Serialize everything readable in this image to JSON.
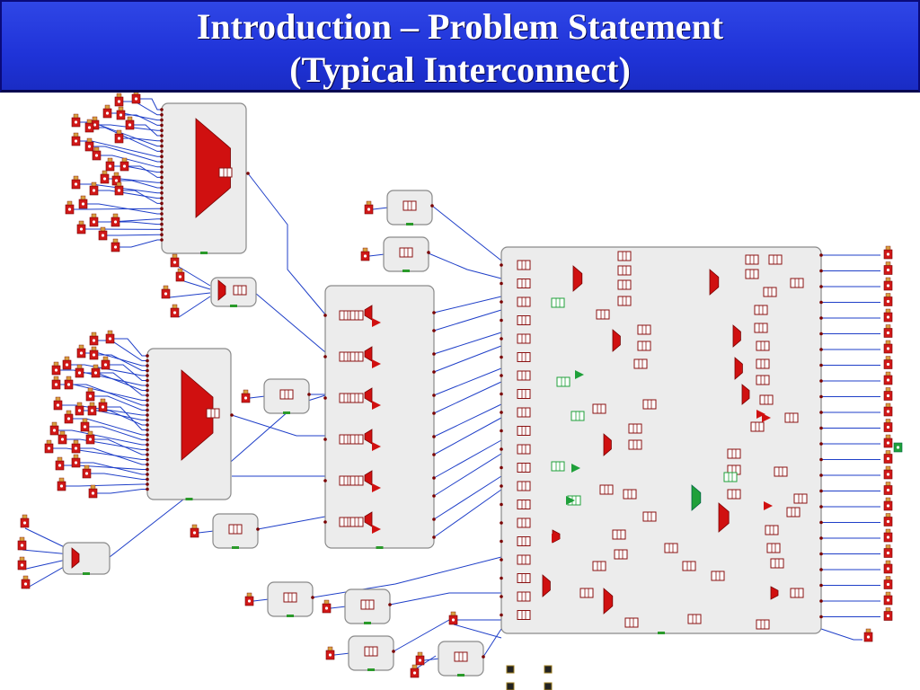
{
  "slide": {
    "title_line1": "Introduction – Problem Statement",
    "title_line2": "(Typical Interconnect)"
  },
  "diagram": {
    "description_kind": "interconnect-schematic",
    "colors": {
      "wire": "#1f3fc8",
      "block_fill": "#ececec",
      "block_border": "#8a8a8a",
      "port": "#d01818",
      "green_component": "#1fa03a",
      "mux": "#d01010"
    }
  }
}
